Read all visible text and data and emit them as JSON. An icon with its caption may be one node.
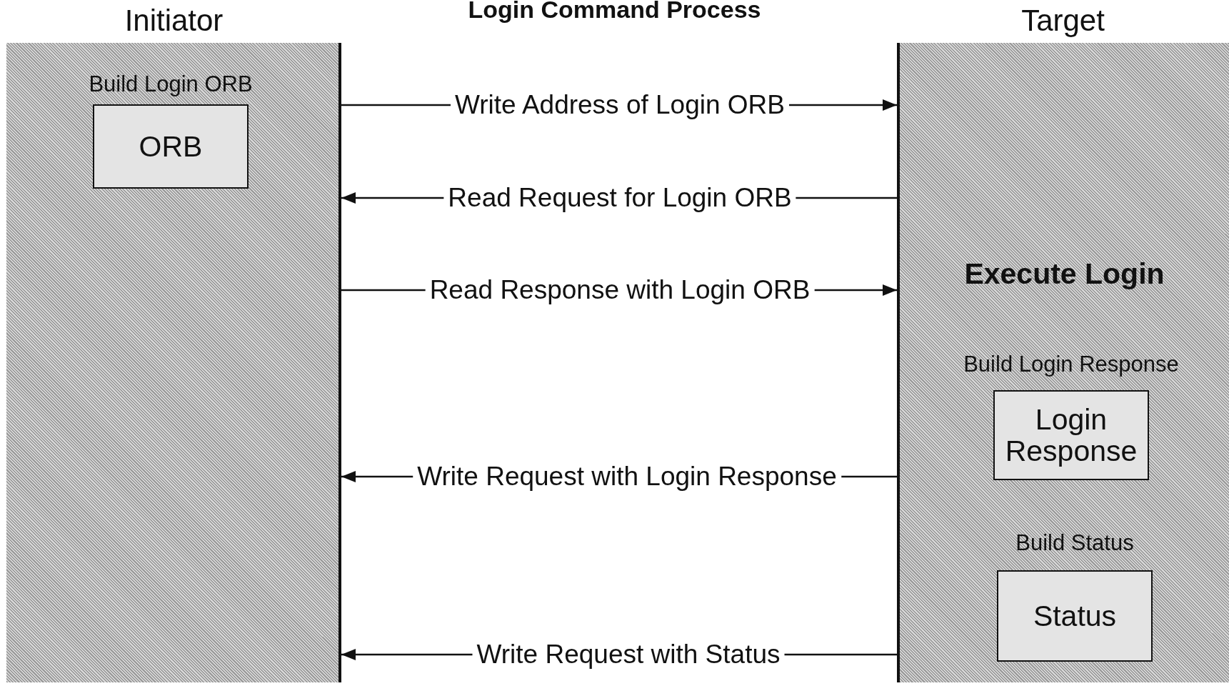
{
  "diagram": {
    "title": "Login Command Process",
    "nodes": [
      {
        "text": [
          "Initiator"
        ]
      },
      {
        "text": [
          "Build Login ORB",
          "ORB"
        ],
        "in": 0
      },
      {
        "text": [
          "Target",
          "Execute Login"
        ]
      },
      {
        "text": [
          "Build Login Response",
          "Login Response"
        ],
        "in": 2
      },
      {
        "text": [
          "Build Status",
          "Status"
        ],
        "in": 2
      }
    ],
    "edges": [
      {
        "from": 0,
        "to": 2,
        "arrow": "to",
        "label": "Write Address of Login ORB"
      },
      {
        "from": 2,
        "to": 0,
        "arrow": "to",
        "label": "Read Request for Login ORB"
      },
      {
        "from": 0,
        "to": 2,
        "arrow": "to",
        "label": "Read Response with Login ORB"
      },
      {
        "from": 2,
        "to": 0,
        "arrow": "to",
        "label": "Write Request with Login Response"
      },
      {
        "from": 2,
        "to": 0,
        "arrow": "to",
        "label": "Write Request with Status"
      }
    ]
  }
}
